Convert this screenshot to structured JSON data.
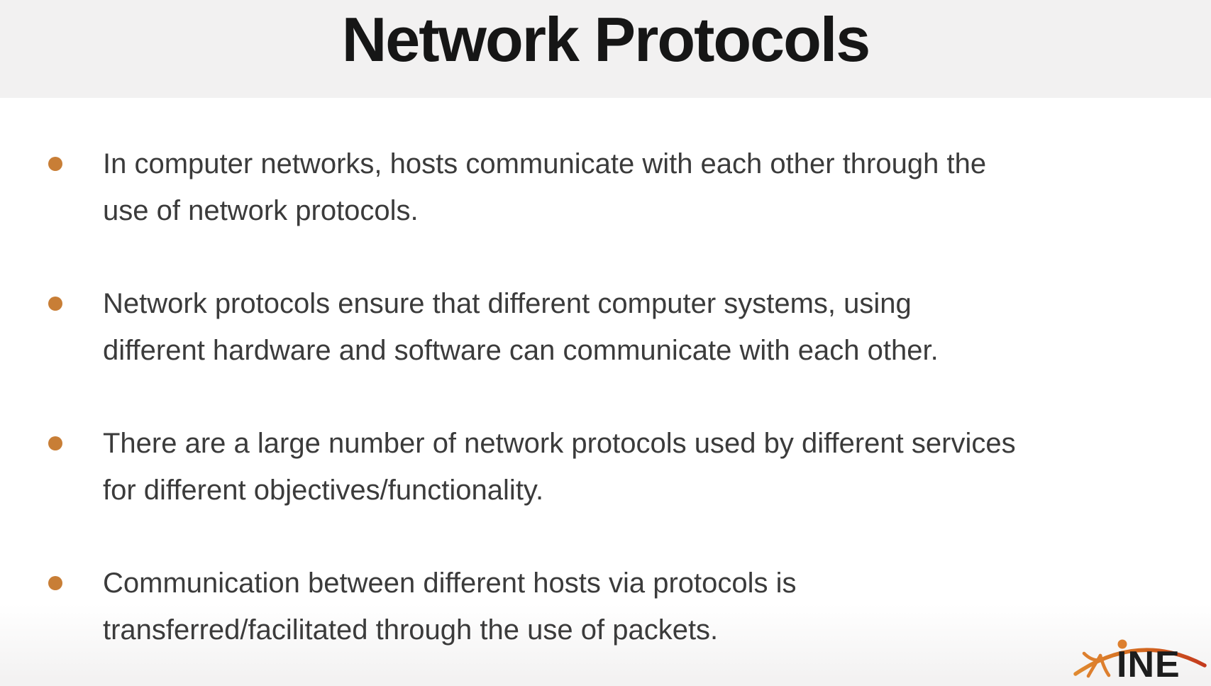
{
  "slide": {
    "header": {
      "title": "Network Protocols"
    },
    "bullets": [
      {
        "lines": [
          "In computer networks, hosts communicate with each other through the",
          "use of network protocols."
        ]
      },
      {
        "lines": [
          "Network protocols ensure that different computer systems, using",
          "different hardware and software can communicate with each other."
        ]
      },
      {
        "lines": [
          "There are a large number of network protocols used by different services",
          "for different objectives/functionality."
        ]
      },
      {
        "lines": [
          "Communication between different hosts via protocols is",
          "transferred/facilitated through the use of packets."
        ]
      }
    ],
    "logo": {
      "brand": "INE"
    },
    "colors": {
      "header_bg": "#f2f1f1",
      "title_text": "#161616",
      "body_text": "#3b3b3b",
      "bullet_orange": "#c87e36",
      "logo_orange": "#dd7f2e",
      "logo_red": "#c43a1e",
      "logo_black": "#1d1d1d"
    }
  }
}
